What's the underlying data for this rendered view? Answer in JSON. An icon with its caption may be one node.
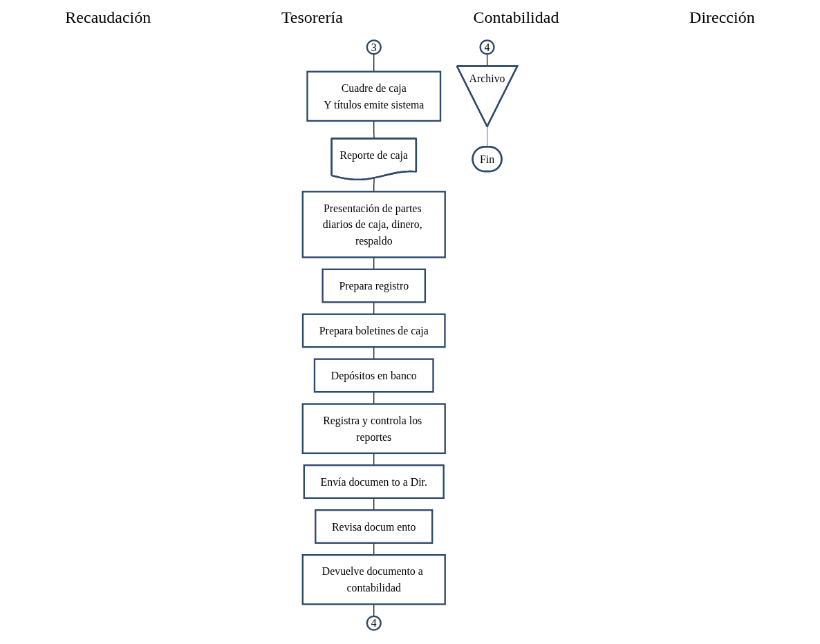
{
  "diagram": {
    "nodes": [
      {
        "text": [
          "3"
        ]
      },
      {
        "text": [
          "Cuadre de caja",
          "Y títulos emite sistema"
        ]
      },
      {
        "text": [
          "Reporte de caja"
        ]
      },
      {
        "text": [
          "Presentación de partes diarios de caja, dinero, respaldo"
        ]
      },
      {
        "text": [
          "Prepara registro"
        ]
      },
      {
        "text": [
          "Prepara boletines de caja"
        ]
      },
      {
        "text": [
          "Depósitos en banco"
        ]
      },
      {
        "text": [
          "Registra y controla los reportes"
        ]
      },
      {
        "text": [
          "Envía documen to a Dir."
        ]
      },
      {
        "text": [
          "Revisa docum ento"
        ]
      },
      {
        "text": [
          "Devuelve documento a contabilidad"
        ]
      },
      {
        "text": [
          "4"
        ]
      },
      {
        "text": [
          "4"
        ]
      },
      {
        "text": [
          "Archivo"
        ]
      },
      {
        "text": [
          "Fin"
        ]
      }
    ],
    "edges": [
      {
        "from": 0,
        "to": 1,
        "arrow": "none"
      },
      {
        "from": 1,
        "to": 2,
        "arrow": "none"
      },
      {
        "from": 2,
        "to": 3,
        "arrow": "none"
      },
      {
        "from": 3,
        "to": 4,
        "arrow": "none"
      },
      {
        "from": 4,
        "to": 5,
        "arrow": "none"
      },
      {
        "from": 5,
        "to": 6,
        "arrow": "none"
      },
      {
        "from": 6,
        "to": 7,
        "arrow": "none"
      },
      {
        "from": 7,
        "to": 8,
        "arrow": "none"
      },
      {
        "from": 8,
        "to": 9,
        "arrow": "none"
      },
      {
        "from": 9,
        "to": 10,
        "arrow": "none"
      },
      {
        "from": 10,
        "to": 11,
        "arrow": "none"
      },
      {
        "from": 12,
        "to": 13,
        "arrow": "none"
      },
      {
        "from": 13,
        "to": 14,
        "arrow": "none",
        "color": "#5b8bd0"
      }
    ],
    "labels": [
      "Recaudación",
      "Tesorería",
      "Contabilidad",
      "Dirección"
    ]
  }
}
